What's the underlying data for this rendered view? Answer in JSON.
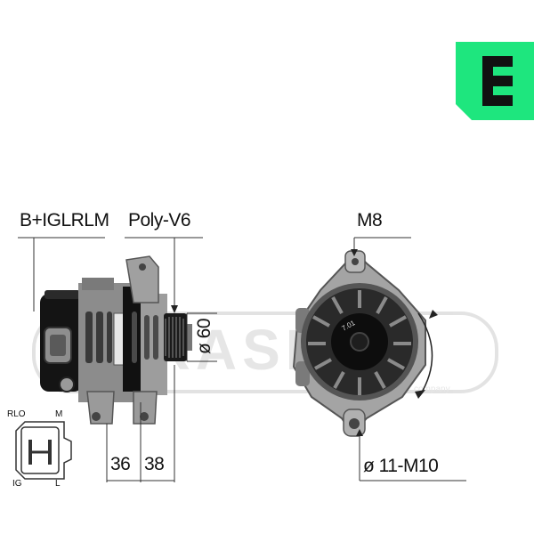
{
  "brand": {
    "logo_color": "#1ee67e",
    "logo_letter_color": "#111111"
  },
  "labels": {
    "connector_pins": "B+IGLRLM",
    "pulley_type": "Poly-V6",
    "pulley_diameter": "ø 60",
    "dim_left": "36",
    "dim_right": "38",
    "bolt_thread": "M8",
    "mount_hole": "ø 11-M10"
  },
  "plug": {
    "pin_rlo": "RLO",
    "pin_m": "M",
    "pin_ig": "IG",
    "pin_l": "L"
  },
  "watermark": {
    "text": "ERASMUS",
    "sub": "company"
  }
}
